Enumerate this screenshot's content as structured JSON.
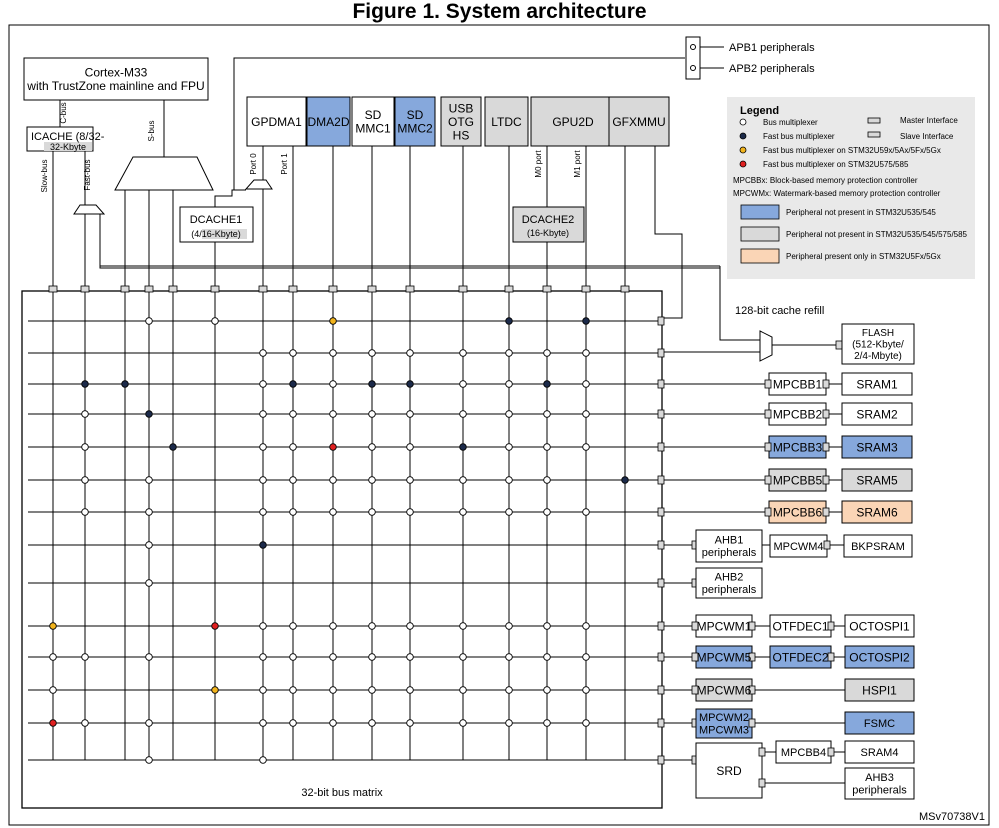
{
  "title": "Figure 1. System architecture",
  "masters": {
    "cortex": [
      "Cortex-M33",
      "with TrustZone mainline and FPU"
    ],
    "icache": [
      "ICACHE (8/32-",
      "32-Kbyte"
    ],
    "gpdma1": "GPDMA1",
    "dma2d": "DMA2D",
    "sdmmc1": [
      "SD",
      "MMC1"
    ],
    "sdmmc2": [
      "SD",
      "MMC2"
    ],
    "usb": [
      "USB",
      "OTG",
      "HS"
    ],
    "ltdc": "LTDC",
    "gpu2d": "GPU2D",
    "gfxmmu": "GFXMMU",
    "dcache1": [
      "DCACHE1",
      "(4/16-Kbyte)"
    ],
    "dcache2": [
      "DCACHE2",
      "(16-Kbyte)"
    ]
  },
  "bus_labels": {
    "cbus": "C-bus",
    "sbus": "S-bus",
    "slowbus": "Slow-bus",
    "fastbus": "Fast-bus",
    "port0": "Port 0",
    "port1": "Port 1",
    "m0port": "M0 port",
    "m1port": "M1 port"
  },
  "apb": [
    "APB1 peripherals",
    "APB2 peripherals"
  ],
  "legend": {
    "title": "Legend",
    "items": [
      {
        "label": "Bus multiplexer",
        "color": "#ffffff"
      },
      {
        "label": "Fast bus multiplexer",
        "color": "#1c2a4a"
      },
      {
        "label": "Fast bus multiplexer on STM32U59x/5Ax/5Fx/5Gx",
        "color": "#f2b41d"
      },
      {
        "label": "Fast bus multiplexer on STM32U575/585",
        "color": "#e02020"
      }
    ],
    "master_interface": "Master Interface",
    "slave_interface": "Slave Interface",
    "notes": [
      "MPCBBx: Block-based memory protection controller",
      "MPCWMx: Watermark-based memory protection controller"
    ],
    "swatches": [
      {
        "label": "Peripheral not present in STM32U535/545",
        "color": "#86a8dc"
      },
      {
        "label": "Peripheral not present in STM32U535/545/575/585",
        "color": "#d9d9d9"
      },
      {
        "label": "Peripheral present only in STM32U5Fx/5Gx",
        "color": "#fad5b6"
      }
    ]
  },
  "cache_refill": "128-bit cache refill",
  "slaves": {
    "flash": [
      "FLASH",
      "(512-Kbyte/",
      "2/4-Mbyte)"
    ],
    "mpcbb1": "MPCBB1",
    "sram1": "SRAM1",
    "mpcbb2": "MPCBB2",
    "sram2": "SRAM2",
    "mpcbb3": "MPCBB3",
    "sram3": "SRAM3",
    "mpcbb5": "MPCBB5",
    "sram5": "SRAM5",
    "mpcbb6": "MPCBB6",
    "sram6": "SRAM6",
    "ahb1": [
      "AHB1",
      "peripherals"
    ],
    "mpcwm4": "MPCWM4",
    "bkpsram": "BKPSRAM",
    "ahb2": [
      "AHB2",
      "peripherals"
    ],
    "mpcwm1": "MPCWM1",
    "otfdec1": "OTFDEC1",
    "octospi1": "OCTOSPI1",
    "mpcwm5": "MPCWM5",
    "otfdec2": "OTFDEC2",
    "octospi2": "OCTOSPI2",
    "mpcwm6": "MPCWM6",
    "hspi1": "HSPI1",
    "mpcwm23": [
      "MPCWM2",
      "MPCWM3"
    ],
    "fsmc": "FSMC",
    "srd": "SRD",
    "mpcbb4": "MPCBB4",
    "sram4": "SRAM4",
    "ahb3": [
      "AHB3",
      "peripherals"
    ]
  },
  "matrix_label": "32-bit bus matrix",
  "ref": "MSv70738V1",
  "colors": {
    "blue": "#86a8dc",
    "gray": "#d9d9d9",
    "peach": "#fad5b6",
    "navy": "#1c2a4a",
    "yellow": "#f2b41d",
    "red": "#e02020",
    "line": "#000000",
    "legend_bg": "#e9e9e9"
  }
}
